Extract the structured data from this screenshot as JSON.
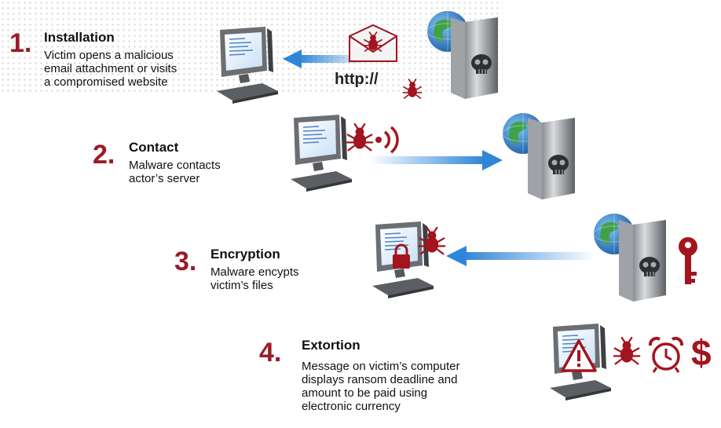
{
  "colors": {
    "accent": "#9b1b25",
    "arrow": "#2f86d8",
    "server": "#55585c"
  },
  "steps": [
    {
      "number": "1.",
      "title": "Installation",
      "description": [
        "Victim opens a malicious",
        "email attachment or visits",
        "a compromised website"
      ],
      "extra_label": "http://"
    },
    {
      "number": "2.",
      "title": "Contact",
      "description": [
        "Malware contacts",
        "actor’s server"
      ]
    },
    {
      "number": "3.",
      "title": "Encryption",
      "description": [
        "Malware encypts",
        "victim’s files"
      ]
    },
    {
      "number": "4.",
      "title": "Extortion",
      "description": [
        "Message on victim’s computer",
        "displays ransom deadline and",
        "amount to be paid using",
        "electronic currency"
      ],
      "extra_label": "$"
    }
  ],
  "icons": [
    "computer-icon",
    "server-icon",
    "globe-icon",
    "skull-icon",
    "bug-icon",
    "envelope-icon",
    "signal-icon",
    "lock-icon",
    "key-icon",
    "warning-icon",
    "alarm-clock-icon",
    "dollar-icon",
    "arrow-icon"
  ]
}
